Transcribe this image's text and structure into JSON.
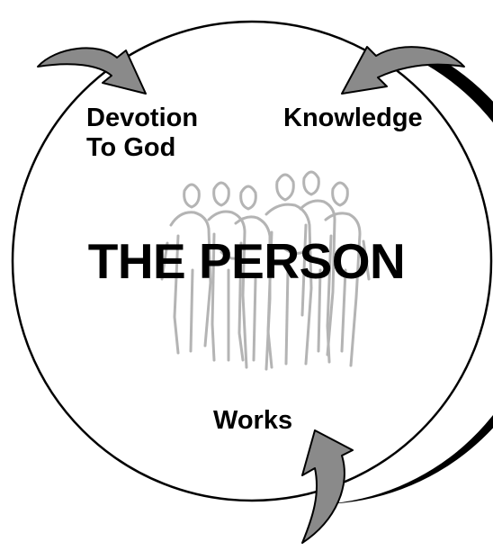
{
  "diagram": {
    "center_label": "THE PERSON",
    "nodes": [
      {
        "id": "devotion",
        "line1": "Devotion",
        "line2": "To God"
      },
      {
        "id": "knowledge",
        "line1": "Knowledge"
      },
      {
        "id": "works",
        "line1": "Works"
      }
    ],
    "colors": {
      "circle_outline": "#000000",
      "circle_shadow": "#000000",
      "arrow_fill": "#8a8a8a",
      "arrow_outline": "#000000",
      "people_illustration": "#b4b4b4",
      "text": "#000000",
      "background": "#ffffff"
    },
    "icons": {
      "arrows": "curved-arrow-icon",
      "people": "group-of-people-icon"
    }
  }
}
